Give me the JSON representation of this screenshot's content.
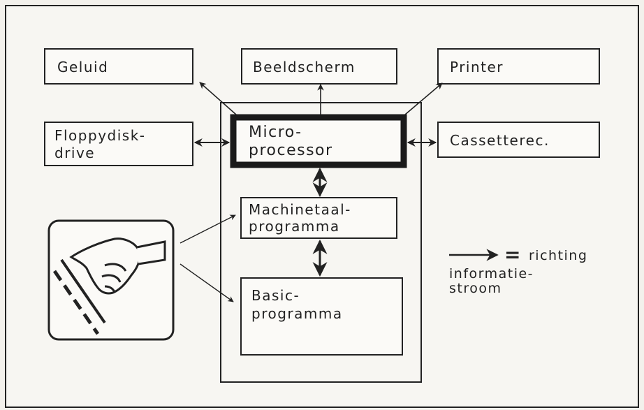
{
  "nodes": {
    "geluid": {
      "lines": [
        "Geluid"
      ]
    },
    "beeldscherm": {
      "lines": [
        "Beeldscherm"
      ]
    },
    "printer": {
      "lines": [
        "Printer"
      ]
    },
    "floppy": {
      "lines": [
        "Floppydisk-",
        "drive"
      ]
    },
    "micro": {
      "lines": [
        "Micro-",
        "processor"
      ]
    },
    "cassette": {
      "lines": [
        "Cassetterec."
      ]
    },
    "machinetaal": {
      "lines": [
        "Machinetaal-",
        "programma"
      ]
    },
    "basic": {
      "lines": [
        "Basic-",
        "programma"
      ]
    }
  },
  "legend": {
    "symbol": "=",
    "lines": [
      "richting",
      "informatie-",
      "stroom"
    ]
  },
  "icons": {
    "keyboard_hand": "hand-pressing-keyboard-icon"
  }
}
